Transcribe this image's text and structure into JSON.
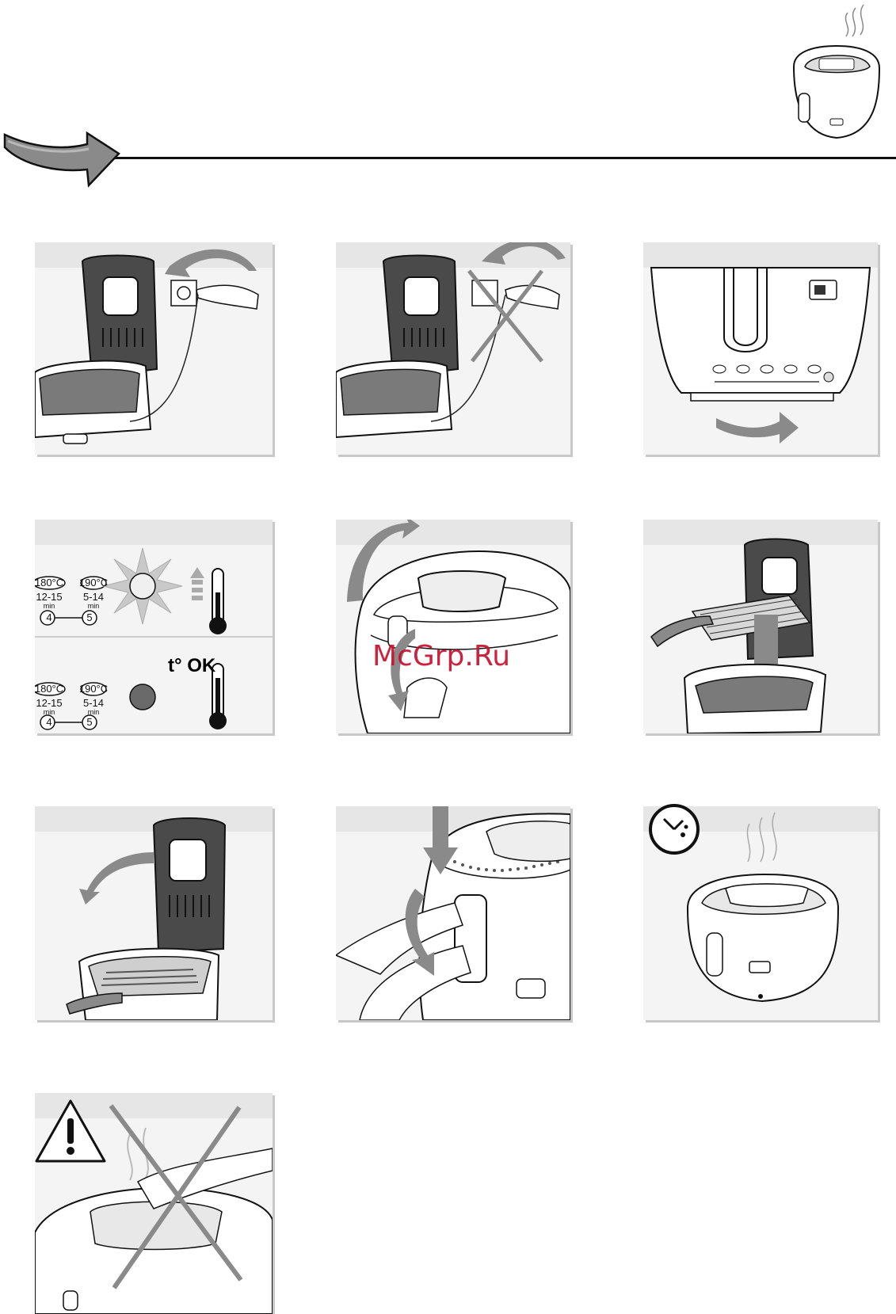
{
  "header": {
    "arrow_icon": "curved-arrow-icon",
    "appliance_icon": "fryer-steaming-icon"
  },
  "steps": [
    {
      "id": 1,
      "icon": "plug-in-icon"
    },
    {
      "id": 2,
      "icon": "unplug-crossed-icon"
    },
    {
      "id": 3,
      "icon": "thermostat-knob-turn-icon"
    },
    {
      "id": 4,
      "icon": "temperature-indicator-icon"
    },
    {
      "id": 5,
      "icon": "open-lid-button-icon"
    },
    {
      "id": 6,
      "icon": "lower-basket-icon"
    },
    {
      "id": 7,
      "icon": "close-lid-icon"
    },
    {
      "id": 8,
      "icon": "lower-basket-handle-icon"
    },
    {
      "id": 9,
      "icon": "cooking-timer-icon"
    },
    {
      "id": 10,
      "icon": "hot-surface-warning-icon"
    }
  ],
  "indicator_panel": {
    "temp_a": "180°C",
    "temp_b": "190°C",
    "time_a": "12-15",
    "time_b": "5-14",
    "unit": "min",
    "pos_a": "4",
    "pos_b": "5",
    "ok_label": "t° OK"
  },
  "watermark": "McGrp.Ru"
}
